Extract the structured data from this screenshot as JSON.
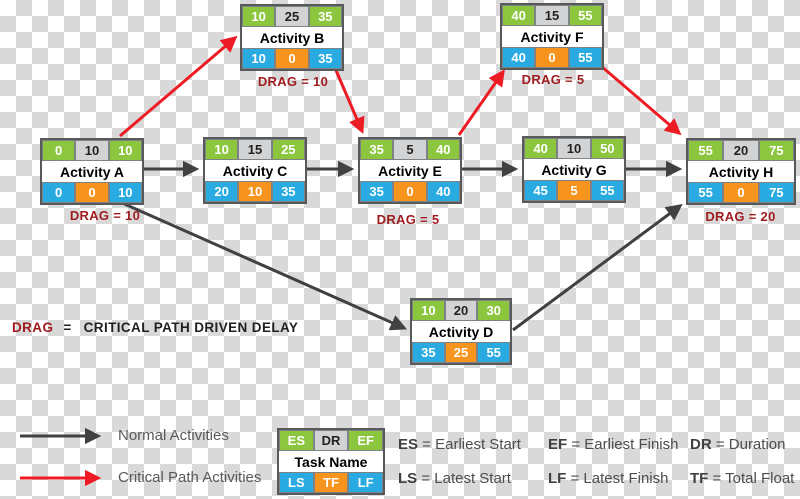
{
  "diagram": {
    "drag_definition": {
      "term": "DRAG",
      "equals": "=",
      "definition": "CRITICAL PATH DRIVEN DELAY"
    },
    "nodes": {
      "a": {
        "name": "Activity A",
        "es": "0",
        "dr": "10",
        "ef": "10",
        "ls": "0",
        "tf": "0",
        "lf": "10",
        "drag": "DRAG = 10"
      },
      "b": {
        "name": "Activity B",
        "es": "10",
        "dr": "25",
        "ef": "35",
        "ls": "10",
        "tf": "0",
        "lf": "35",
        "drag": "DRAG = 10"
      },
      "c": {
        "name": "Activity C",
        "es": "10",
        "dr": "15",
        "ef": "25",
        "ls": "20",
        "tf": "10",
        "lf": "35"
      },
      "d": {
        "name": "Activity D",
        "es": "10",
        "dr": "20",
        "ef": "30",
        "ls": "35",
        "tf": "25",
        "lf": "55"
      },
      "e": {
        "name": "Activity E",
        "es": "35",
        "dr": "5",
        "ef": "40",
        "ls": "35",
        "tf": "0",
        "lf": "40",
        "drag": "DRAG = 5"
      },
      "f": {
        "name": "Activity F",
        "es": "40",
        "dr": "15",
        "ef": "55",
        "ls": "40",
        "tf": "0",
        "lf": "55",
        "drag": "DRAG = 5"
      },
      "g": {
        "name": "Activity G",
        "es": "40",
        "dr": "10",
        "ef": "50",
        "ls": "45",
        "tf": "5",
        "lf": "55"
      },
      "h": {
        "name": "Activity H",
        "es": "55",
        "dr": "20",
        "ef": "75",
        "ls": "55",
        "tf": "0",
        "lf": "75",
        "drag": "DRAG = 20"
      }
    },
    "edges": [
      {
        "from": "A",
        "to": "B",
        "type": "critical"
      },
      {
        "from": "B",
        "to": "E",
        "type": "critical"
      },
      {
        "from": "E",
        "to": "F",
        "type": "critical"
      },
      {
        "from": "F",
        "to": "H",
        "type": "critical"
      },
      {
        "from": "A",
        "to": "C",
        "type": "normal"
      },
      {
        "from": "C",
        "to": "E",
        "type": "normal"
      },
      {
        "from": "E",
        "to": "G",
        "type": "normal"
      },
      {
        "from": "G",
        "to": "H",
        "type": "normal"
      },
      {
        "from": "A",
        "to": "D",
        "type": "normal"
      },
      {
        "from": "D",
        "to": "H",
        "type": "normal"
      }
    ]
  },
  "legend": {
    "normal_label": "Normal Activities",
    "critical_label": "Critical Path Activities",
    "key_box": {
      "es": "ES",
      "dr": "DR",
      "ef": "EF",
      "name": "Task Name",
      "ls": "LS",
      "tf": "TF",
      "lf": "LF"
    },
    "defs": {
      "es": {
        "abbr": "ES",
        "rest": " = Earliest Start"
      },
      "ef": {
        "abbr": "EF",
        "rest": " = Earliest Finish"
      },
      "dr": {
        "abbr": "DR",
        "rest": " = Duration"
      },
      "ls": {
        "abbr": "LS",
        "rest": " = Latest Start"
      },
      "lf": {
        "abbr": "LF",
        "rest": " = Latest Finish"
      },
      "tf": {
        "abbr": "TF",
        "rest": " = Total Float"
      }
    }
  },
  "colors": {
    "green_cell": "#8CC63F",
    "gray_cell": "#D1D3D4",
    "blue_cell": "#29ABE2",
    "orange_cell": "#F7941E",
    "critical_arrow": "#ED1C24",
    "normal_arrow": "#414042",
    "drag_text": "#9E1B1E",
    "box_border": "#58595B"
  }
}
